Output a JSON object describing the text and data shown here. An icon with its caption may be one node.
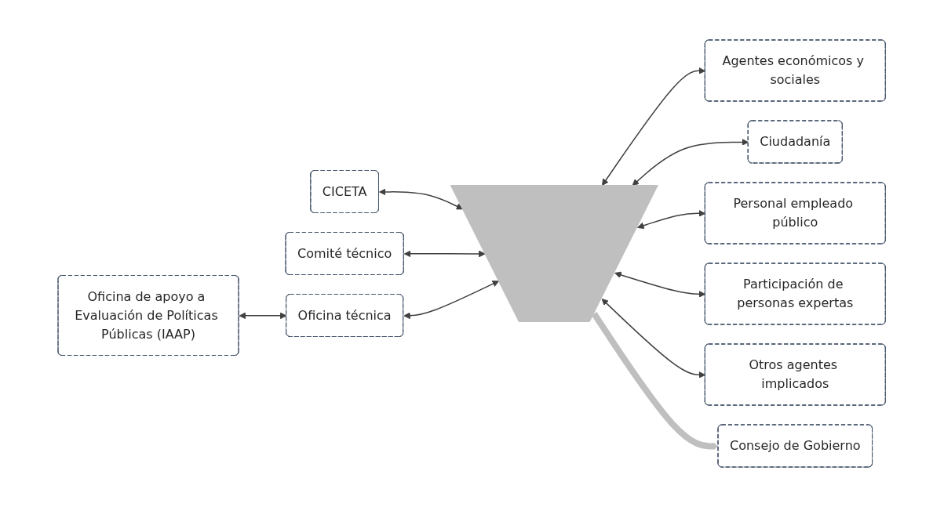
{
  "diagram": {
    "nodes": [
      {
        "text": [
          "CICETA"
        ]
      },
      {
        "text": [
          "Comité técnico"
        ]
      },
      {
        "text": [
          "Oficina técnica"
        ]
      },
      {
        "text": [
          "Oficina de apoyo a Evaluación de Políticas Públicas (IAAP)"
        ]
      },
      {
        "text": [],
        "shape": "arrow"
      },
      {
        "text": [
          "Agentes económicos y sociales"
        ]
      },
      {
        "text": [
          "Ciudadanía"
        ]
      },
      {
        "text": [
          "Personal empleado público"
        ]
      },
      {
        "text": [
          "Participación de personas expertas"
        ]
      },
      {
        "text": [
          "Otros agentes implicados"
        ]
      },
      {
        "text": [
          "Consejo de Gobierno"
        ]
      }
    ],
    "edges": [
      {
        "from": 0,
        "to": 4,
        "arrow": "both"
      },
      {
        "from": 1,
        "to": 4,
        "arrow": "both"
      },
      {
        "from": 2,
        "to": 4,
        "arrow": "both"
      },
      {
        "from": 2,
        "to": 3,
        "arrow": "both"
      },
      {
        "from": 4,
        "to": 5,
        "arrow": "both"
      },
      {
        "from": 4,
        "to": 6,
        "arrow": "both"
      },
      {
        "from": 4,
        "to": 7,
        "arrow": "both"
      },
      {
        "from": 4,
        "to": 8,
        "arrow": "both"
      },
      {
        "from": 4,
        "to": 9,
        "arrow": "both"
      },
      {
        "from": 4,
        "to": 10,
        "arrow": "to",
        "style": "thick",
        "color": "#bfbfbf"
      }
    ]
  }
}
